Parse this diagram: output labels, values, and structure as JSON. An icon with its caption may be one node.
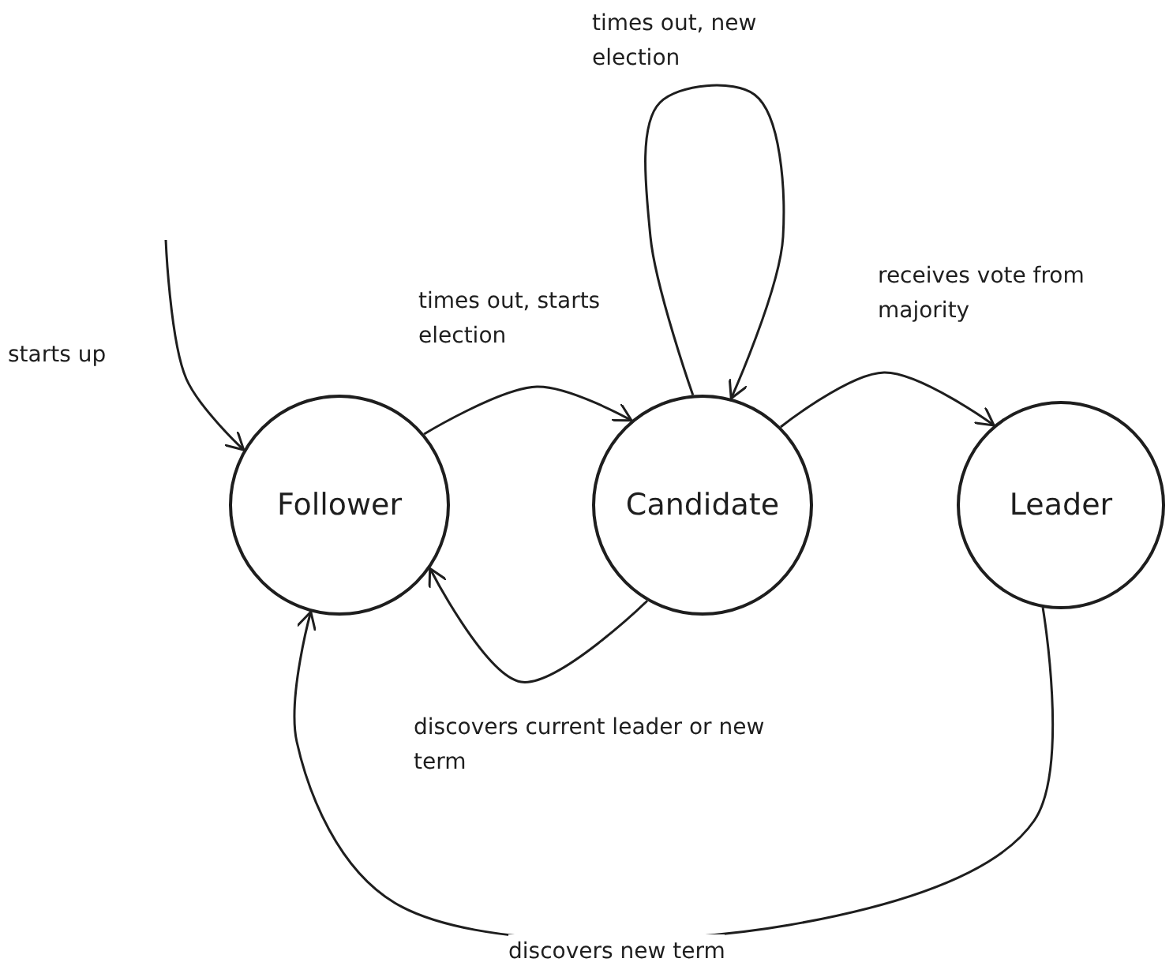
{
  "diagram": {
    "nodes": [
      {
        "text": [
          "Follower"
        ]
      },
      {
        "text": [
          "Candidate"
        ]
      },
      {
        "text": [
          "Leader"
        ]
      }
    ],
    "edges": [
      {
        "from": null,
        "to": 0,
        "arrow": "to",
        "label": "starts up"
      },
      {
        "from": 0,
        "to": 1,
        "arrow": "to",
        "label": "times out, starts election"
      },
      {
        "from": 1,
        "to": 0,
        "arrow": "to",
        "label": "discovers current leader or new term"
      },
      {
        "from": 1,
        "to": 1,
        "arrow": "to",
        "label": "times out, new election"
      },
      {
        "from": 1,
        "to": 2,
        "arrow": "to",
        "label": "receives vote from majority"
      },
      {
        "from": 2,
        "to": 0,
        "arrow": "to",
        "label": "discovers new term"
      }
    ]
  }
}
